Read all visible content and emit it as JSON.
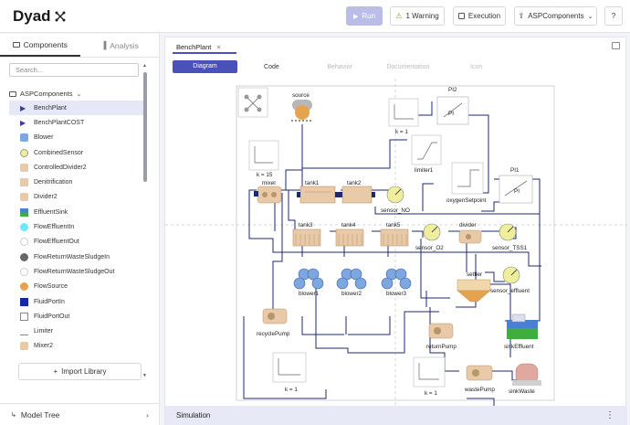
{
  "app": {
    "name": "Dyad"
  },
  "toolbar": {
    "run": "Run",
    "warning": "1 Warning",
    "execution": "Execution",
    "aspcomponents": "ASPComponents",
    "help": "?"
  },
  "sidebar": {
    "tab_components": "Components",
    "tab_analysis": "Analysis",
    "search_placeholder": "Search...",
    "root": "ASPComponents",
    "items": [
      {
        "label": "BenchPlant",
        "icon": "play-icon"
      },
      {
        "label": "BenchPlantCOST",
        "icon": "play-icon"
      },
      {
        "label": "Blower",
        "icon": "blower-icon"
      },
      {
        "label": "CombinedSensor",
        "icon": "sensor-icon"
      },
      {
        "label": "ControlledDivider2",
        "icon": "divider-icon"
      },
      {
        "label": "Denitrification",
        "icon": "tank-icon"
      },
      {
        "label": "Divider2",
        "icon": "divider-icon"
      },
      {
        "label": "EffluentSink",
        "icon": "sink-icon"
      },
      {
        "label": "FlowEffluentIn",
        "icon": "circle-cyan-icon"
      },
      {
        "label": "FlowEffluentOut",
        "icon": "circle-white-icon"
      },
      {
        "label": "FlowReturnWasteSludgeIn",
        "icon": "circle-gray-icon"
      },
      {
        "label": "FlowReturnWasteSludgeOut",
        "icon": "circle-white-icon"
      },
      {
        "label": "FlowSource",
        "icon": "source-icon"
      },
      {
        "label": "FluidPortIn",
        "icon": "square-blue-icon"
      },
      {
        "label": "FluidPortOut",
        "icon": "square-white-icon"
      },
      {
        "label": "Limiter",
        "icon": "limiter-icon"
      },
      {
        "label": "Mixer2",
        "icon": "mixer-icon"
      }
    ],
    "import_library": "Import Library",
    "model_tree": "Model Tree"
  },
  "editor": {
    "file_tab": "BenchPlant",
    "subtabs": [
      "Diagram",
      "Code",
      "Behavior",
      "Documentation",
      "Icon"
    ],
    "simulation": "Simulation"
  },
  "diagram": {
    "labels": {
      "source": "source",
      "pi2": "PI2",
      "pi": "PI",
      "k1a": "k = 1",
      "k15": "k = 15",
      "mixer": "mixer",
      "tank1": "tank1",
      "tank2": "tank2",
      "sensor_no": "sensor_NO",
      "limiter1": "limiter1",
      "oxygen": "oxygenSetpoint",
      "pi1": "PI1",
      "tank3": "tank3",
      "tank4": "tank4",
      "tank5": "tank5",
      "divider": "divider",
      "sensor_o2": "sensor_O2",
      "sensor_tss1": "sensor_TSS1",
      "settler": "settler",
      "sensor_eff": "sensor_effluent",
      "blower1": "blower1",
      "blower2": "blower2",
      "blower3": "blower3",
      "recycle": "recyclePump",
      "returnpump": "returnPump",
      "sinkeff": "sinkEffluent",
      "k1b": "k = 1",
      "k1c": "k = 1",
      "wastepump": "wastePump",
      "sinkwaste": "sinkWaste"
    }
  },
  "colors": {
    "accent": "#4a51b8",
    "run": "#b9bde8",
    "wire": "#1e2a6e",
    "tank": "#e8c9a8"
  }
}
